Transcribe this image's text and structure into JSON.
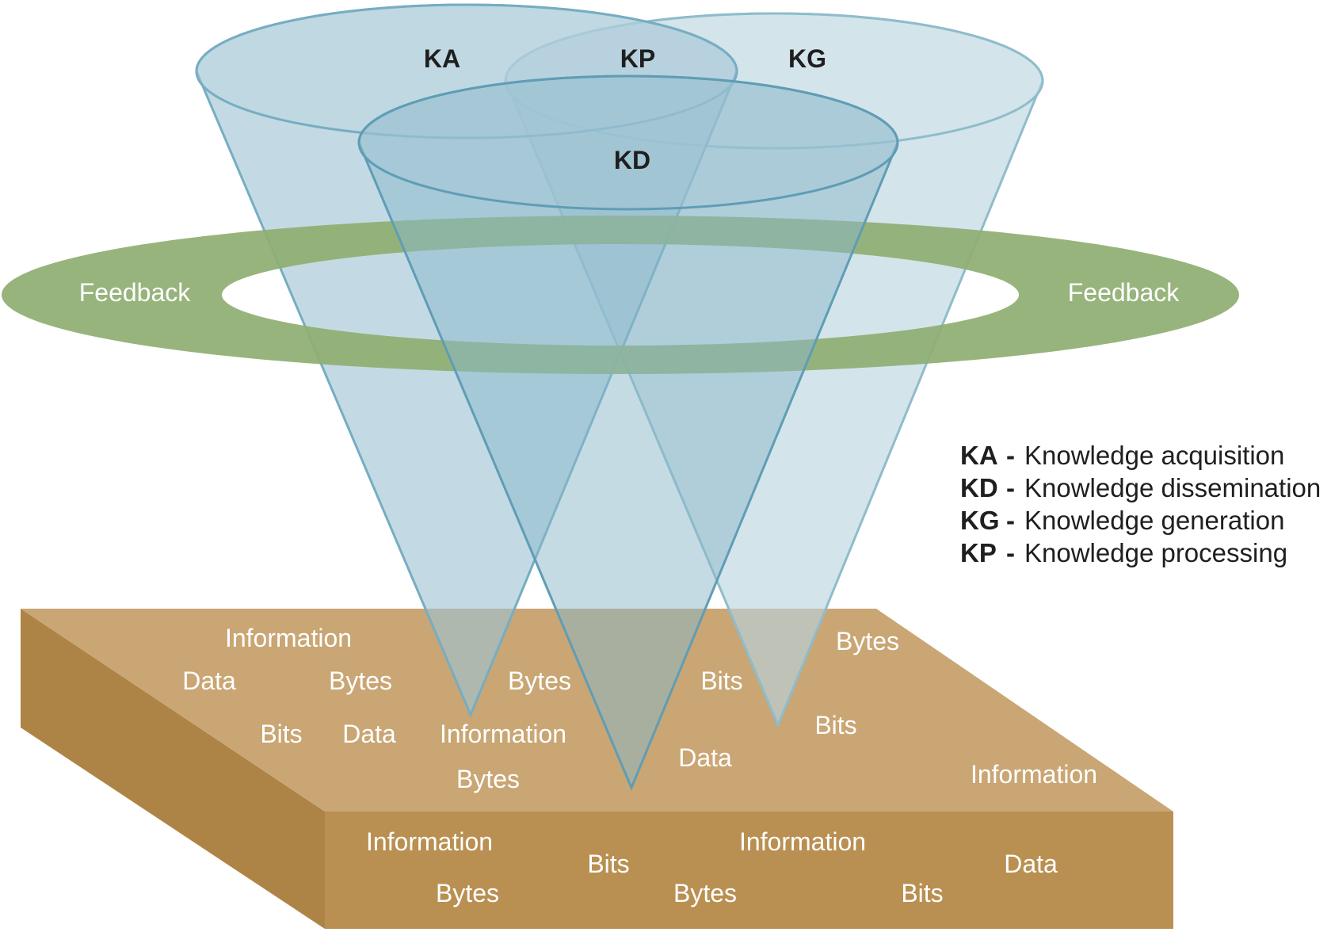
{
  "cones": [
    {
      "abbr": "KA",
      "name": "Knowledge acquisition"
    },
    {
      "abbr": "KP",
      "name": "Knowledge processing"
    },
    {
      "abbr": "KG",
      "name": "Knowledge generation"
    },
    {
      "abbr": "KD",
      "name": "Knowledge dissemination"
    }
  ],
  "ring": {
    "left_label": "Feedback",
    "right_label": "Feedback"
  },
  "legend": {
    "separator": "-",
    "items": [
      {
        "abbr": "KA",
        "text": "Knowledge acquisition"
      },
      {
        "abbr": "KD",
        "text": "Knowledge dissemination"
      },
      {
        "abbr": "KG",
        "text": "Knowledge generation"
      },
      {
        "abbr": "KP",
        "text": "Knowledge processing"
      }
    ]
  },
  "platform_words": {
    "top": [
      "Information",
      "Data",
      "Bytes",
      "Bytes",
      "Bits",
      "Bytes",
      "Bits",
      "Data",
      "Information",
      "Bits",
      "Data",
      "Bytes",
      "Information"
    ],
    "front": [
      "Information",
      "Bits",
      "Information",
      "Data",
      "Bytes",
      "Bytes",
      "Bits"
    ]
  },
  "colors": {
    "cone_fill": "#8fb9cb",
    "cone_stroke": "#6fa7bd",
    "ring": "#8fae72",
    "platform_top": "#c9a674",
    "platform_front": "#b99052",
    "platform_side": "#ae8446"
  }
}
